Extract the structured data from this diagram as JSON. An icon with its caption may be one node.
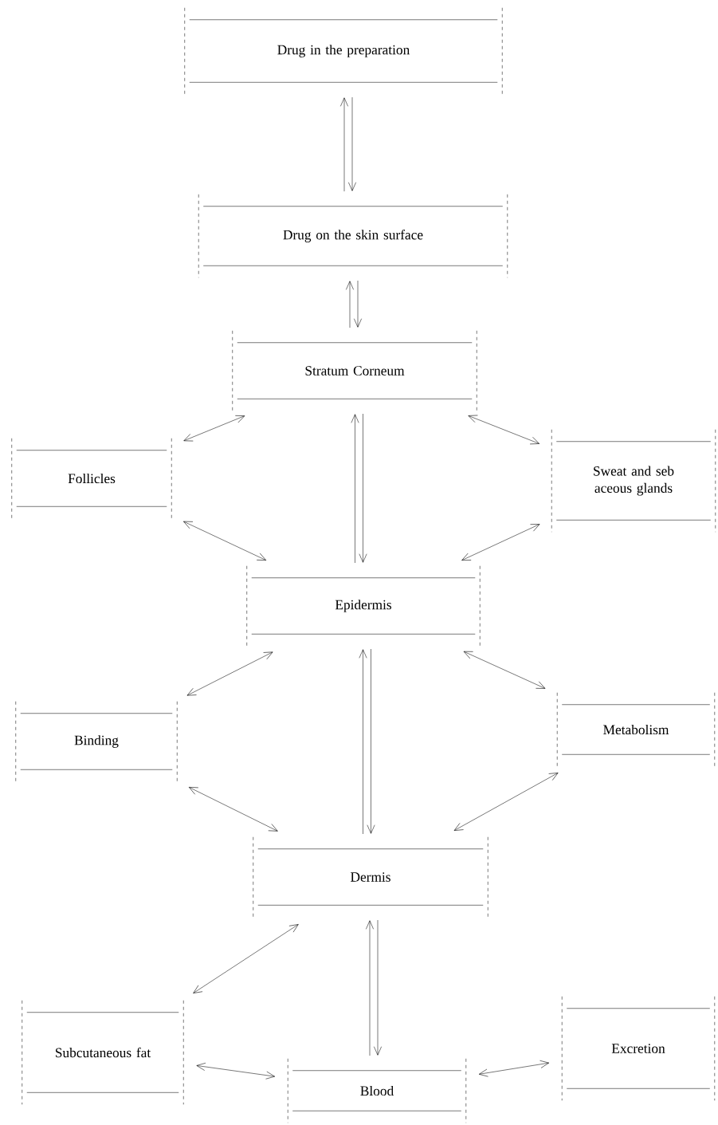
{
  "diagram": {
    "nodes": [
      {
        "text": [
          "Drug in the preparation"
        ]
      },
      {
        "text": [
          "Drug on the skin surface"
        ]
      },
      {
        "text": [
          "Stratum Corneum"
        ]
      },
      {
        "text": [
          "Follicles"
        ]
      },
      {
        "text": [
          "Sweat and seb aceous glands"
        ]
      },
      {
        "text": [
          "Epidermis"
        ]
      },
      {
        "text": [
          "Binding"
        ]
      },
      {
        "text": [
          "Metabolism"
        ]
      },
      {
        "text": [
          "Dermis"
        ]
      },
      {
        "text": [
          "Subcutaneous fat"
        ]
      },
      {
        "text": [
          "Blood"
        ]
      },
      {
        "text": [
          "Excretion"
        ]
      }
    ],
    "edges": [
      {
        "from": 0,
        "to": 1,
        "arrow": "to"
      },
      {
        "from": 1,
        "to": 0,
        "arrow": "to"
      },
      {
        "from": 1,
        "to": 2,
        "arrow": "to"
      },
      {
        "from": 2,
        "to": 1,
        "arrow": "to"
      },
      {
        "from": 2,
        "to": 5,
        "arrow": "to"
      },
      {
        "from": 5,
        "to": 2,
        "arrow": "to"
      },
      {
        "from": 5,
        "to": 8,
        "arrow": "to"
      },
      {
        "from": 8,
        "to": 5,
        "arrow": "to"
      },
      {
        "from": 8,
        "to": 10,
        "arrow": "to"
      },
      {
        "from": 10,
        "to": 8,
        "arrow": "to"
      },
      {
        "from": 2,
        "to": 3,
        "arrow": "both"
      },
      {
        "from": 2,
        "to": 4,
        "arrow": "both"
      },
      {
        "from": 3,
        "to": 5,
        "arrow": "both"
      },
      {
        "from": 4,
        "to": 5,
        "arrow": "both"
      },
      {
        "from": 5,
        "to": 6,
        "arrow": "both"
      },
      {
        "from": 5,
        "to": 7,
        "arrow": "both"
      },
      {
        "from": 6,
        "to": 8,
        "arrow": "both"
      },
      {
        "from": 7,
        "to": 8,
        "arrow": "both"
      },
      {
        "from": 8,
        "to": 9,
        "arrow": "both"
      },
      {
        "from": 9,
        "to": 10,
        "arrow": "both"
      },
      {
        "from": 10,
        "to": 11,
        "arrow": "both"
      }
    ]
  }
}
